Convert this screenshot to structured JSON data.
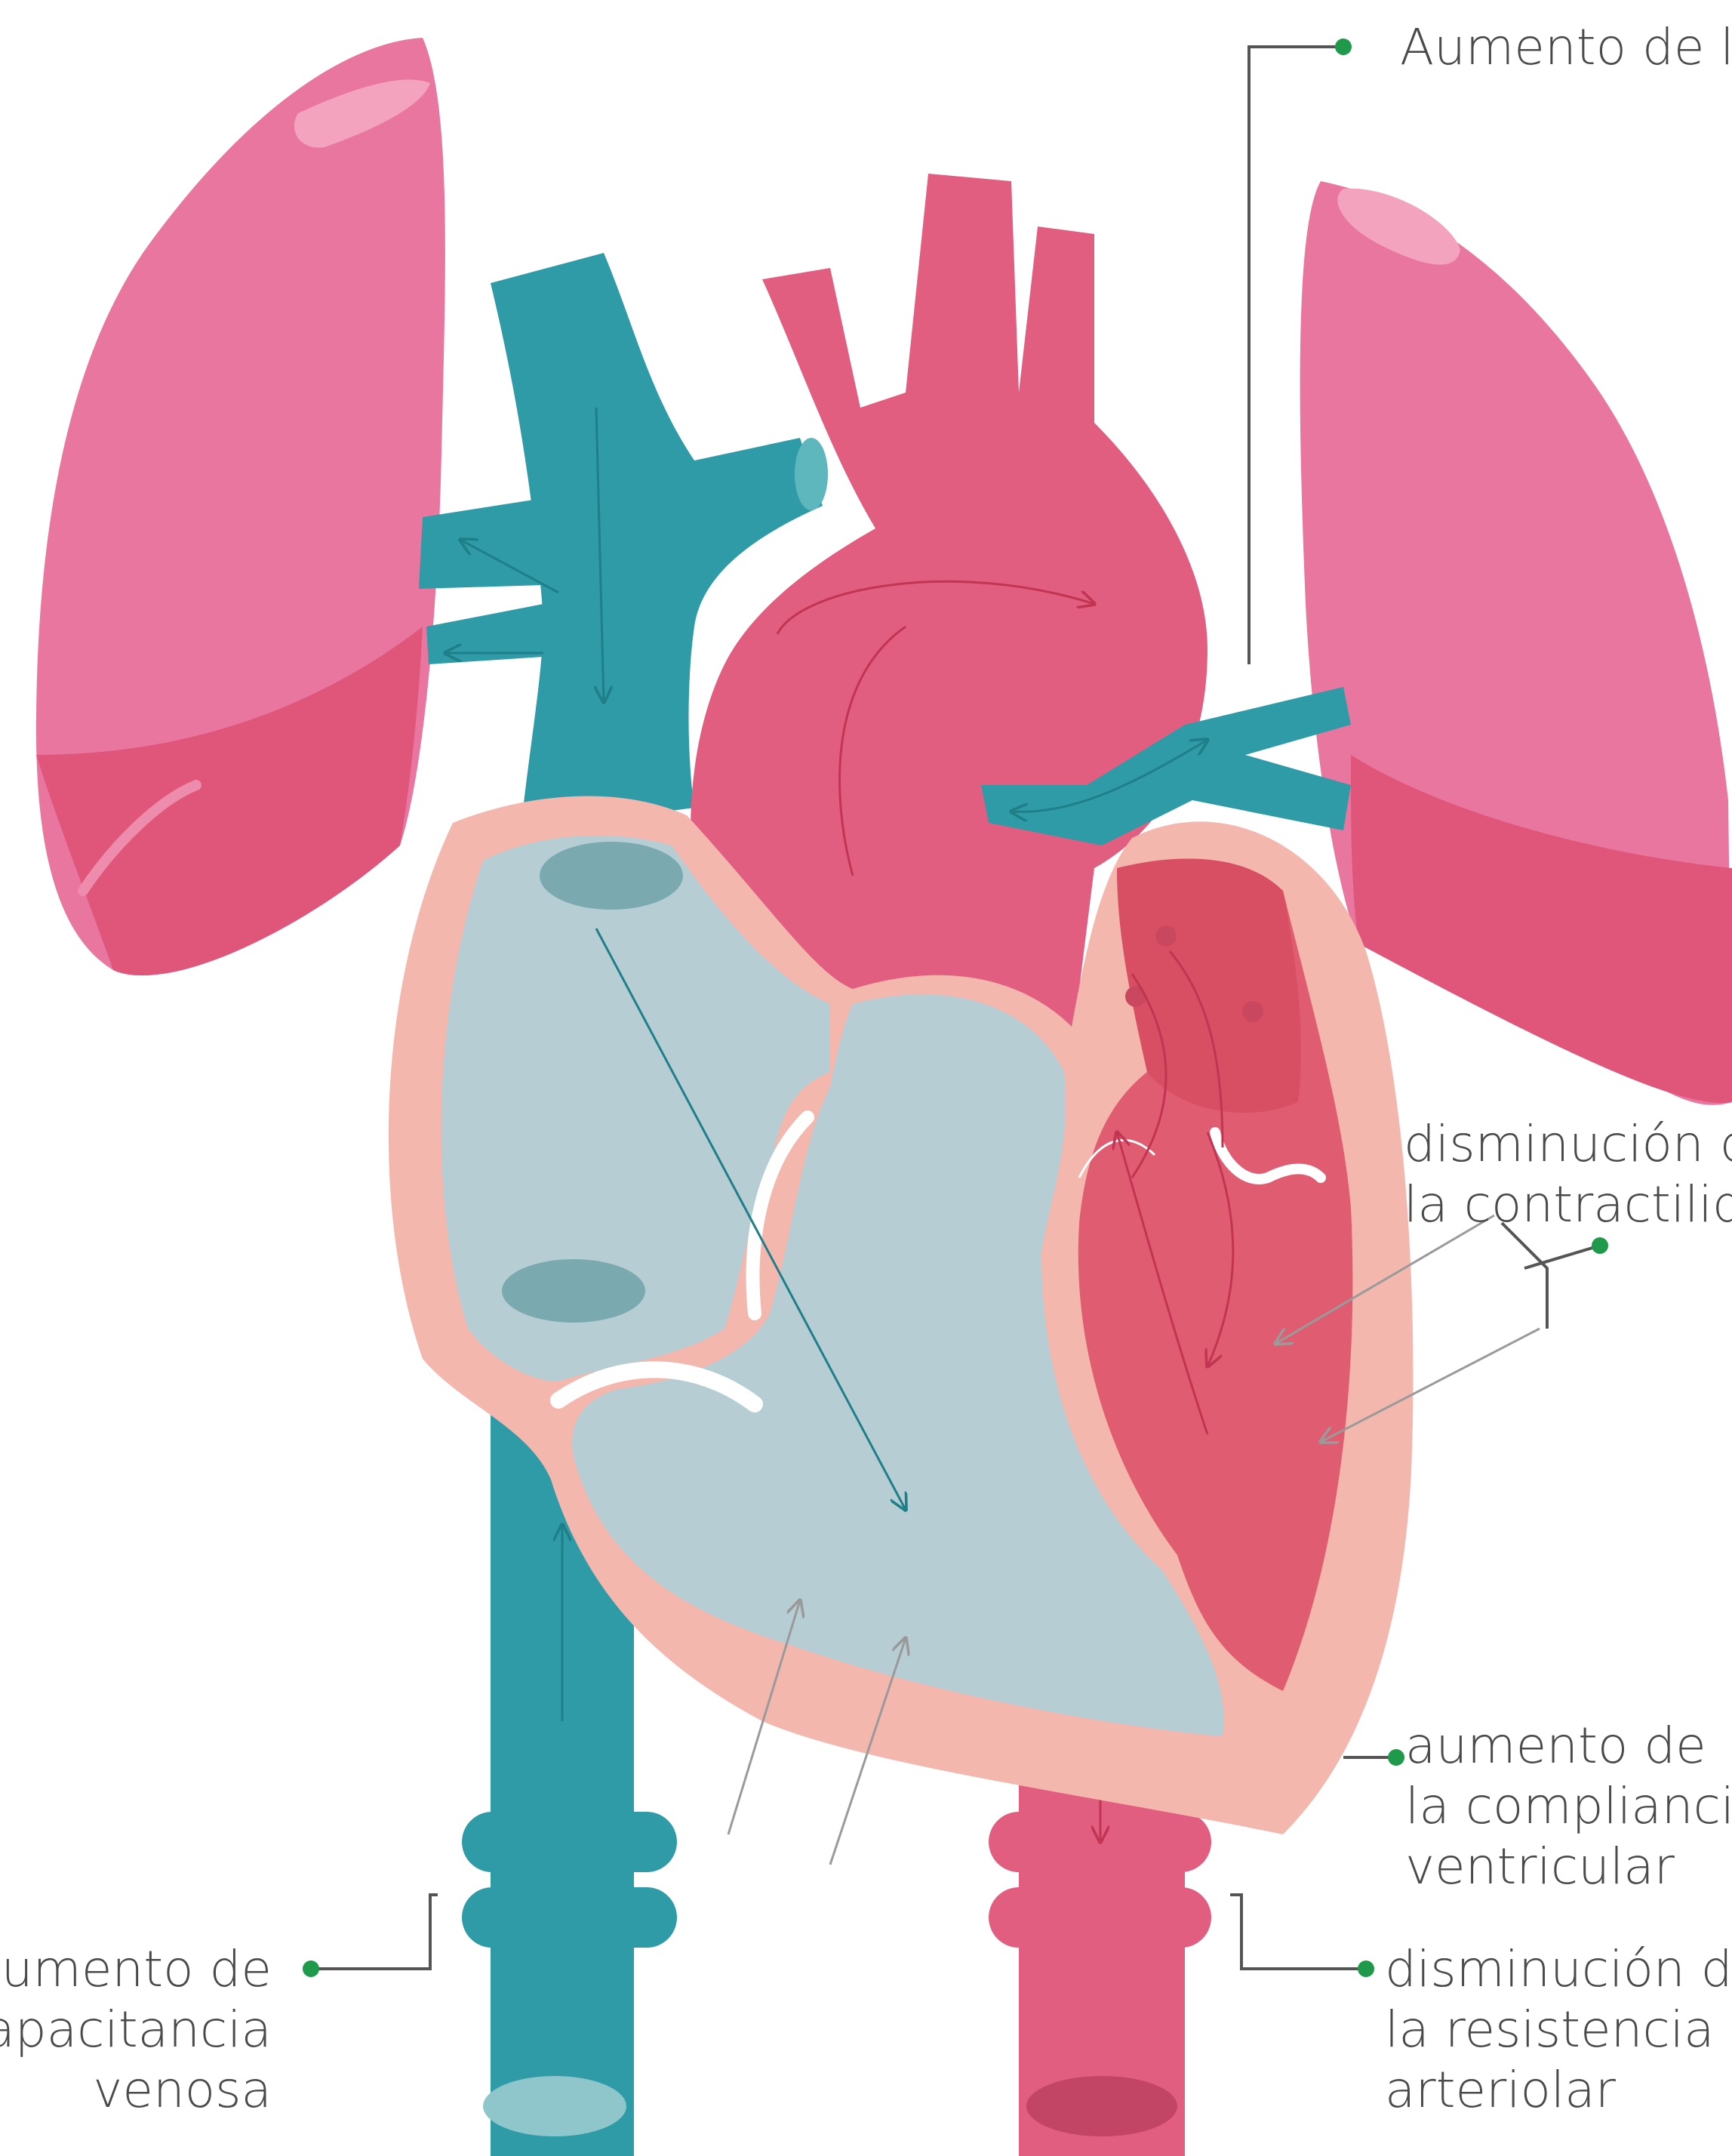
{
  "labels": {
    "top": "Aumento de l",
    "contractility": [
      "disminución d",
      "la contractilid"
    ],
    "compliance": [
      "aumento de",
      "la compliancia",
      "ventricular"
    ],
    "resistance": [
      "disminución de",
      "la resistencia",
      "arteriolar"
    ],
    "capacitance": [
      "aumento de",
      "capacitancia",
      "venosa"
    ]
  },
  "colors": {
    "lung": "#e8769f",
    "lung_shadow": "#e0557a",
    "aorta": "#e15e80",
    "vein": "#2e9ba6",
    "chamber_right": "#b5cdd3",
    "chamber_left": "#e05c70",
    "heart_wall": "#f3b7ae",
    "leader_dot": "#1f9a4a",
    "leader_line": "#555555"
  }
}
